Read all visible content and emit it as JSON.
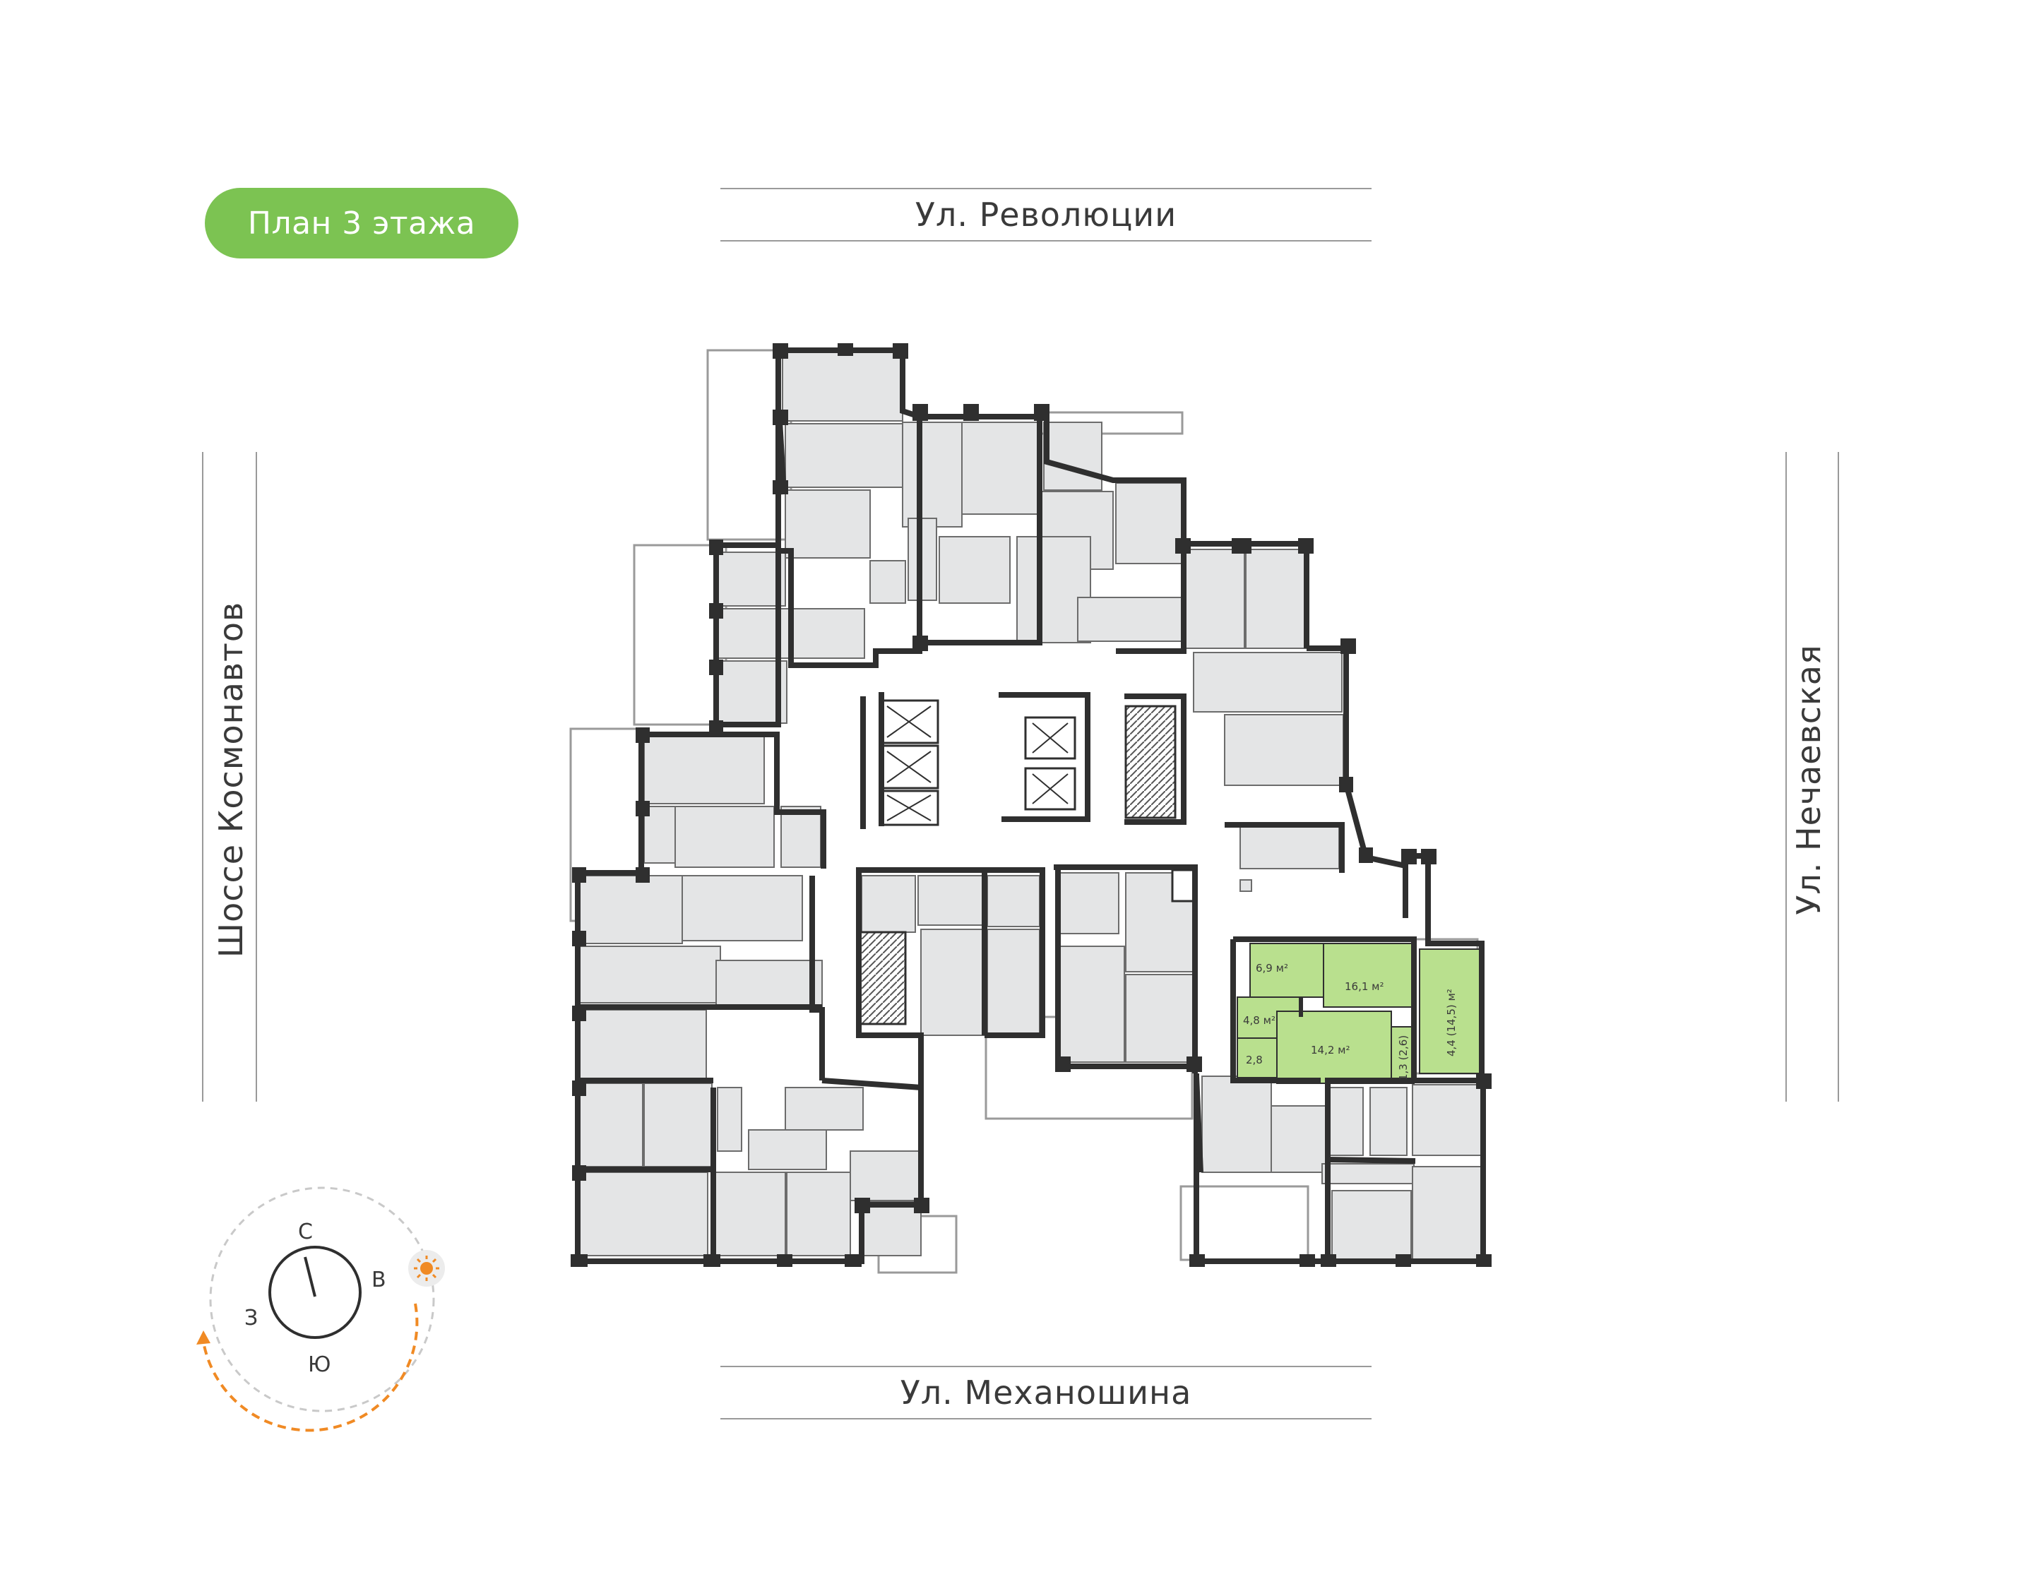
{
  "floor_badge": {
    "label": "План 3 этажа",
    "color": "#7cc352"
  },
  "streets": {
    "north": "Ул. Революции",
    "south": "Ул. Механошина",
    "west": "Шоссе Космонавтов",
    "east": "Ул. Нечаевская"
  },
  "compass": {
    "north": "С",
    "east": "В",
    "south": "Ю",
    "west": "З",
    "sun_icon": "sun-icon",
    "path_color": "#f08a24"
  },
  "apartment": {
    "color": "#b9e08e",
    "rooms": [
      {
        "label": "6,9 м²"
      },
      {
        "label": "16,1 м²"
      },
      {
        "label": "4,8 м²"
      },
      {
        "label": "2,8"
      },
      {
        "label": "14,2 м²"
      },
      {
        "label": "1,3 (2,6)"
      },
      {
        "label": "4,4 (14,5) м²"
      }
    ]
  },
  "colors": {
    "room_fill": "#e4e5e6",
    "wall": "#2f2f2f"
  }
}
